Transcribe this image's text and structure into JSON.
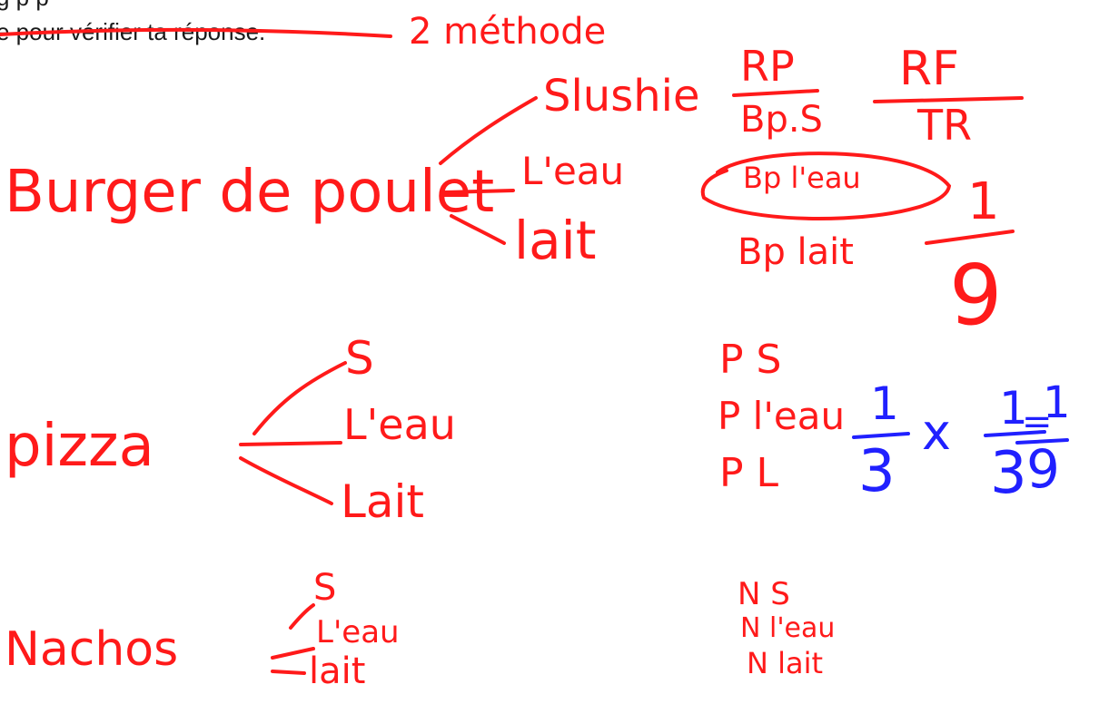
{
  "printed": {
    "line_top": "g     p                    p",
    "line_cut": "e pour vérifier ta réponse."
  },
  "annotations": {
    "method_label": "2 méthode",
    "rp": "RP",
    "rp_den": "Bp.S",
    "rf": "RF",
    "rf_den": "TR",
    "fraction_num": "1",
    "fraction_den": "9"
  },
  "tree_burger": {
    "root": "Burger de poulet",
    "branches": [
      "Slushie",
      "L'eau",
      "lait"
    ],
    "outcomes": [
      "Bp l'eau",
      "Bp lait"
    ]
  },
  "tree_pizza": {
    "root": "pizza",
    "branches": [
      "S",
      "L'eau",
      "Lait"
    ],
    "outcomes": [
      "P  S",
      "P  l'eau",
      "P  L"
    ]
  },
  "tree_nachos": {
    "root": "Nachos",
    "branches": [
      "S",
      "L'eau",
      "lait"
    ],
    "outcomes": [
      "N S",
      "N l'eau",
      "N lait"
    ]
  },
  "calculation": {
    "a_num": "1",
    "a_den": "3",
    "times": "x",
    "b_num": "1",
    "b_den": "3",
    "equals": "=",
    "c_num": "1",
    "c_den": "9"
  },
  "colors": {
    "ink_red": "#ff1a1a",
    "ink_blue": "#2020ff",
    "print": "#1a1a1a"
  }
}
